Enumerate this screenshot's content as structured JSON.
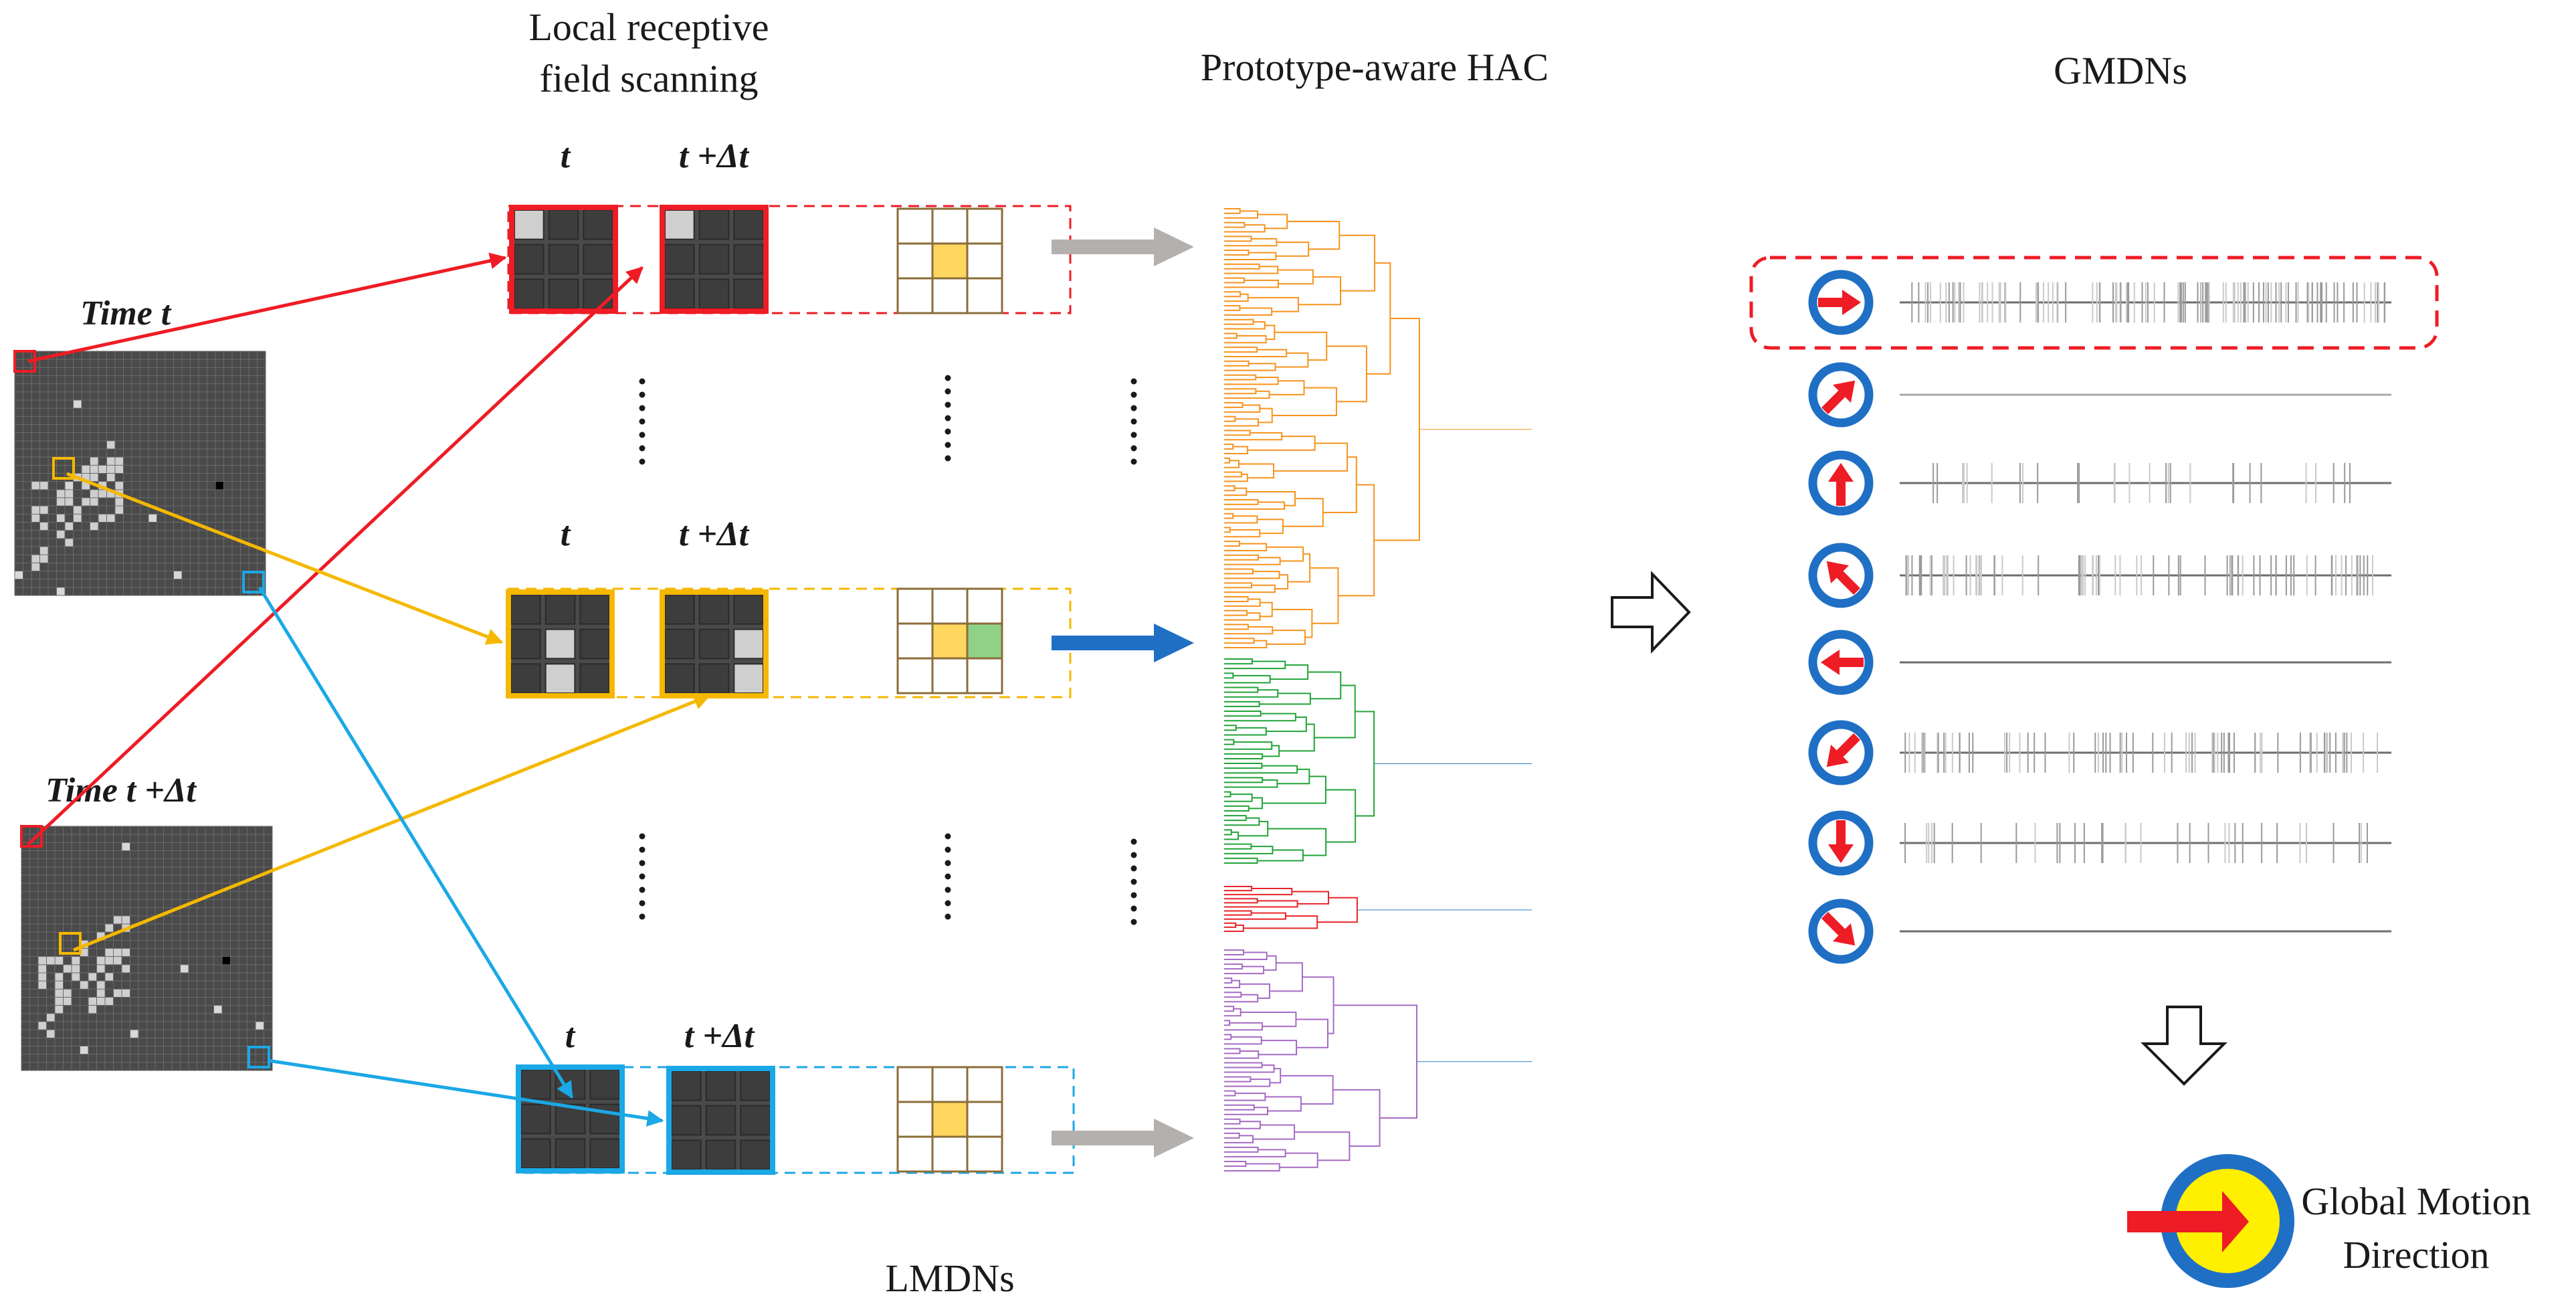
{
  "titles": {
    "local_scanning_line1": "Local receptive",
    "local_scanning_line2": "field scanning",
    "hac": "Prototype-aware HAC",
    "gmdns": "GMDNs",
    "lmdns": "LMDNs",
    "global_line1": "Global Motion",
    "global_line2": "Direction"
  },
  "time_labels": {
    "time_t": "Time t",
    "time_t_dt": "Time t +Δt",
    "t": "t",
    "t_dt": "t +Δt"
  },
  "colors": {
    "red": "#ee1c25",
    "yellow": "#f5b800",
    "cyan": "#1ba8e6",
    "blue_arrow": "#1f6fc5",
    "gray_arrow": "#b3b0ad",
    "orange_tree": "#f7931e",
    "green_tree": "#22a33a",
    "red_tree": "#e8242a",
    "purple_tree": "#a66bc4",
    "tree_link": "#2a7dc0",
    "dir_ring": "#1f6fc5",
    "global_fill": "#ffef00"
  },
  "gmdn_directions": [
    "right-arrow-icon",
    "up-right-arrow-icon",
    "up-arrow-icon",
    "up-left-arrow-icon",
    "left-arrow-icon",
    "down-left-arrow-icon",
    "down-arrow-icon",
    "down-right-arrow-icon"
  ]
}
